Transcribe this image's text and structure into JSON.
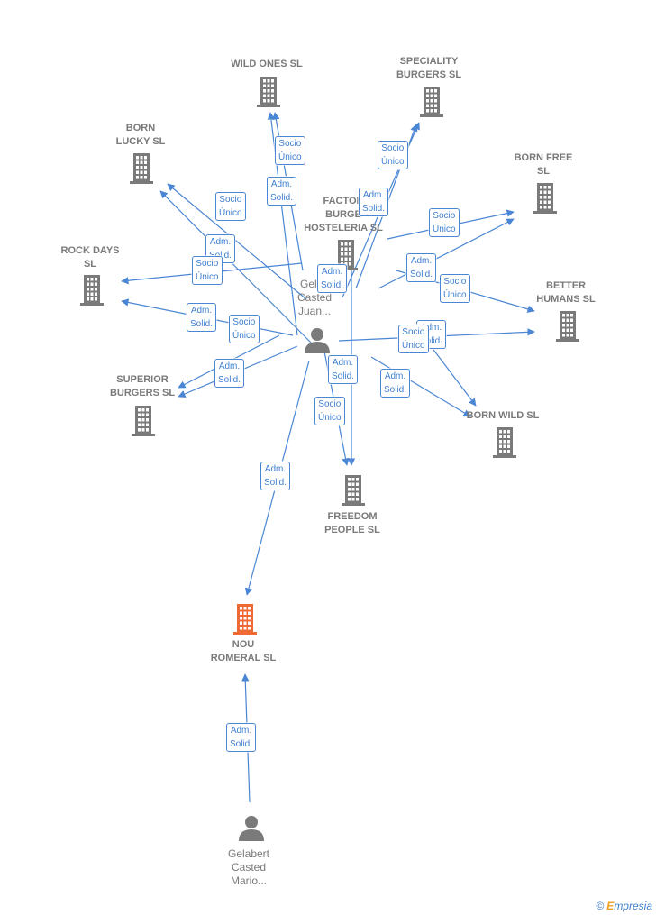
{
  "colors": {
    "edge": "#4a86d4",
    "building": "#7a7a7a",
    "building_highlight": "#f06a35",
    "person": "#7a7a7a"
  },
  "companies": [
    {
      "id": "wild_ones",
      "name": "WILD ONES  SL",
      "icon": "building-icon"
    },
    {
      "id": "speciality",
      "name": "SPECIALITY\nBURGERS  SL",
      "icon": "building-icon"
    },
    {
      "id": "born_lucky",
      "name": "BORN\nLUCKY  SL",
      "icon": "building-icon"
    },
    {
      "id": "born_free",
      "name": "BORN FREE\nSL",
      "icon": "building-icon"
    },
    {
      "id": "factory",
      "name": "FACTOR\nBURGE\nHOSTELERIA SL",
      "icon": "building-icon"
    },
    {
      "id": "rock_days",
      "name": "ROCK DAYS\nSL",
      "icon": "building-icon"
    },
    {
      "id": "better_humans",
      "name": "BETTER\nHUMANS  SL",
      "icon": "building-icon"
    },
    {
      "id": "superior",
      "name": "SUPERIOR\nBURGERS  SL",
      "icon": "building-icon"
    },
    {
      "id": "born_wild",
      "name": "BORN WILD  SL",
      "icon": "building-icon"
    },
    {
      "id": "freedom",
      "name": "FREEDOM\nPEOPLE  SL",
      "icon": "building-icon"
    },
    {
      "id": "nou_romeral",
      "name": "NOU\nROMERAL  SL",
      "icon": "building-icon",
      "highlight": true
    }
  ],
  "persons": [
    {
      "id": "juan",
      "name": "Gelab\nCasted\nJuan...",
      "icon": "person-icon"
    },
    {
      "id": "mario",
      "name": "Gelabert\nCasted\nMario...",
      "icon": "person-icon"
    }
  ],
  "edge_labels": [
    {
      "text": "Socio\nÚnico"
    },
    {
      "text": "Adm.\nSolid."
    },
    {
      "text": "Socio\nÚnico"
    },
    {
      "text": "Adm.\nSolid."
    },
    {
      "text": "Socio\nÚnico"
    },
    {
      "text": "Adm.\nSolid."
    },
    {
      "text": "Socio\nÚnico"
    },
    {
      "text": "Adm.\nSolid."
    },
    {
      "text": "Socio\nÚnico"
    },
    {
      "text": "Adm.\nSolid."
    },
    {
      "text": "Socio\nÚnico"
    },
    {
      "text": "Adm.\nSolid."
    },
    {
      "text": "Adm.\nSolid."
    },
    {
      "text": "Socio\nÚnico"
    },
    {
      "text": "Adm.\nSolid."
    },
    {
      "text": "Adm.\nSolid."
    },
    {
      "text": "Socio\nÚnico"
    },
    {
      "text": "Adm.\nSolid."
    },
    {
      "text": "Socio\nÚnico"
    },
    {
      "text": "Adm.\nSolid."
    },
    {
      "text": "Adm.\nSolid."
    },
    {
      "text": "Adm.\nSolid."
    }
  ],
  "brand": {
    "copyright": "©",
    "name_first": "E",
    "name_rest": "mpresia"
  }
}
